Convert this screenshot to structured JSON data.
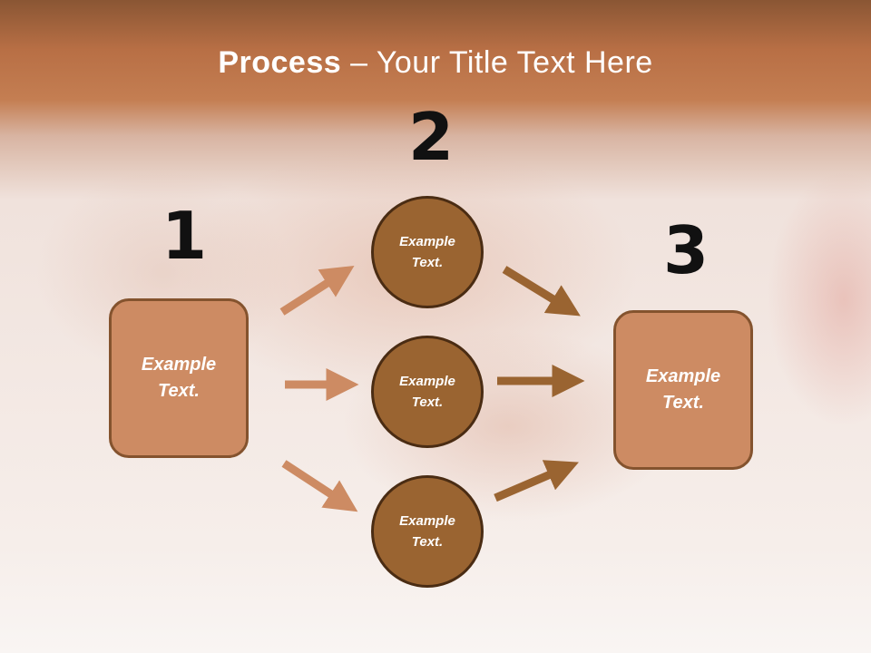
{
  "title": {
    "bold": "Process",
    "rest": " – Your Title Text Here"
  },
  "steps": {
    "one": "1",
    "two": "2",
    "three": "3"
  },
  "left_box": {
    "line1": "Example",
    "line2": "Text."
  },
  "circles": [
    {
      "line1": "Example",
      "line2": "Text."
    },
    {
      "line1": "Example",
      "line2": "Text."
    },
    {
      "line1": "Example",
      "line2": "Text."
    }
  ],
  "right_box": {
    "line1": "Example",
    "line2": "Text."
  },
  "colors": {
    "box_fill": "#cd8b63",
    "circle_fill": "#9a6431",
    "light_arrow": "#cd8b63",
    "dark_arrow": "#9a6431"
  }
}
